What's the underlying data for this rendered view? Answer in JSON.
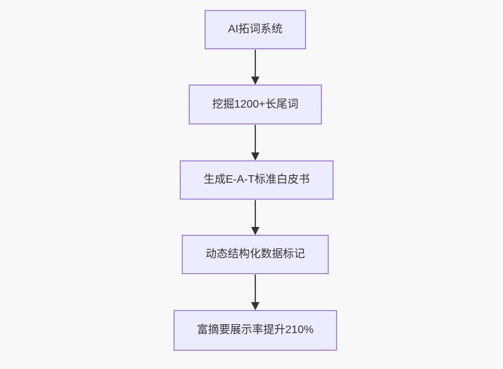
{
  "page": {
    "background": "#F8F8F8"
  },
  "diagram": {
    "type": "flowchart",
    "direction": "top-down",
    "nodes": [
      {
        "label": "AI拓词系统"
      },
      {
        "label": "挖掘1200+长尾词"
      },
      {
        "label": "生成E-A-T标准白皮书"
      },
      {
        "label": "动态结构化数据标记"
      },
      {
        "label": "富摘要展示率提升210%"
      }
    ],
    "edges": [
      {
        "from": 0,
        "to": 1
      },
      {
        "from": 1,
        "to": 2
      },
      {
        "from": 2,
        "to": 3
      },
      {
        "from": 3,
        "to": 4
      }
    ],
    "colors": {
      "node_fill": "#ECECFF",
      "node_border": "#9370DB",
      "arrow": "#333333",
      "text": "#333333",
      "background": "#F8F8F8"
    }
  }
}
